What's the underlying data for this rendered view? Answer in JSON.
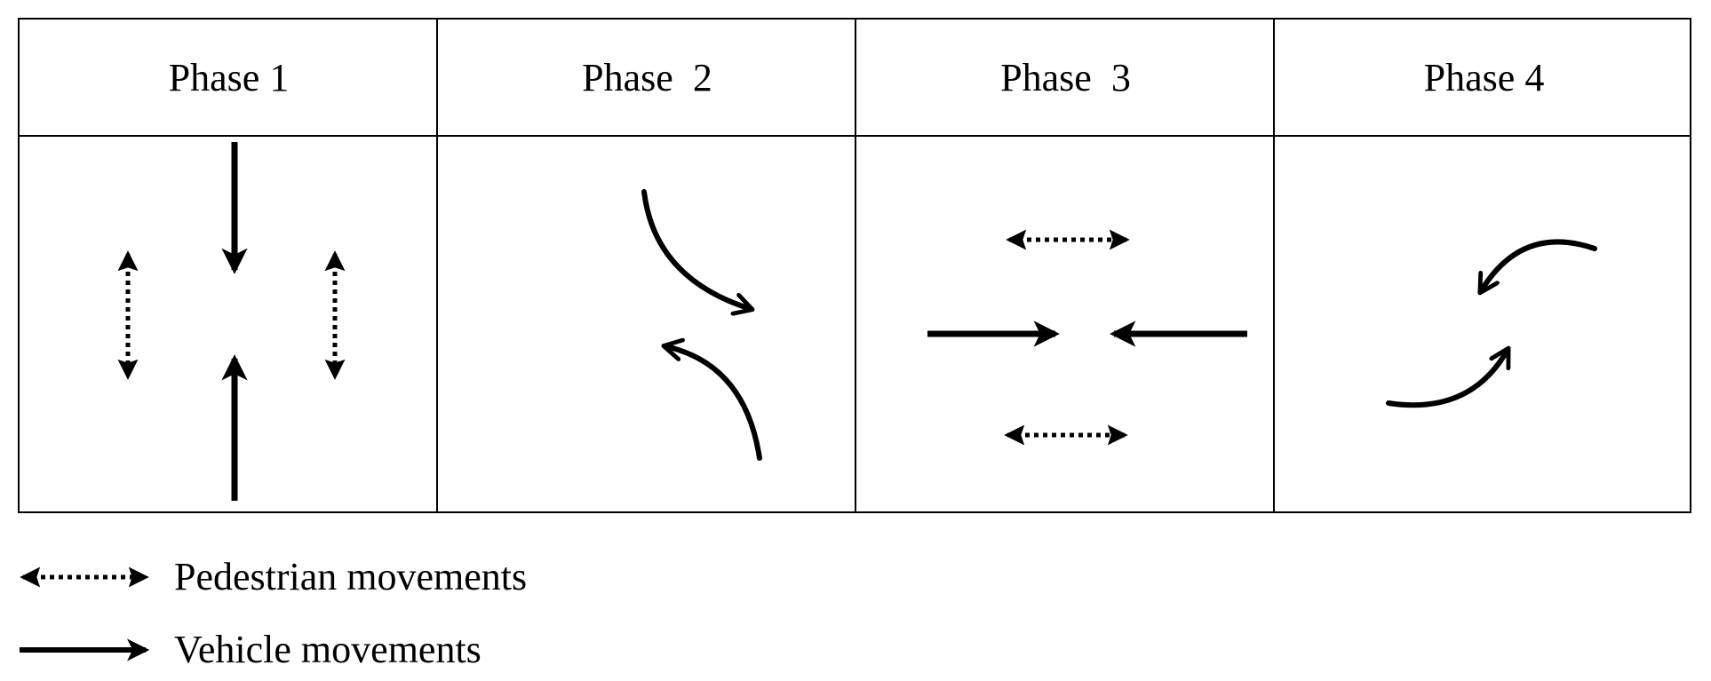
{
  "header": {
    "phases": [
      "Phase 1",
      "Phase  2",
      "Phase  3",
      "Phase 4"
    ]
  },
  "legend": {
    "pedestrian_label": "Pedestrian movements",
    "vehicle_label": "Vehicle movements"
  },
  "colors": {
    "line": "#000000",
    "background": "#ffffff"
  }
}
